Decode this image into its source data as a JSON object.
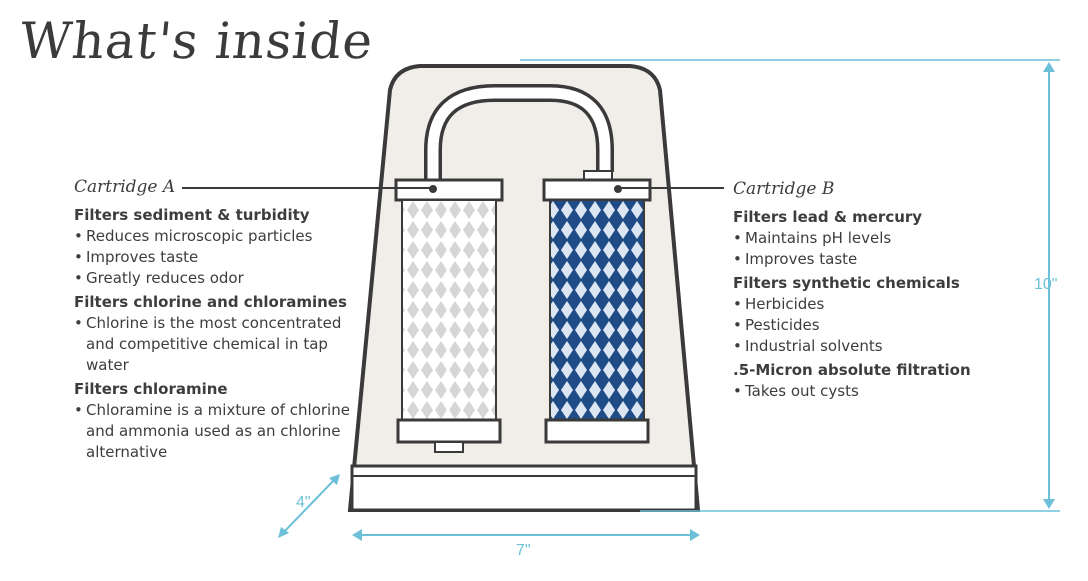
{
  "title": "What's inside",
  "cartridge_a": {
    "name": "Cartridge A",
    "groups": [
      {
        "heading": "Filters sediment & turbidity",
        "items": [
          "Reduces microscopic particles",
          "Improves taste",
          "Greatly reduces odor"
        ]
      },
      {
        "heading": "Filters chlorine and chloramines",
        "items": [
          "Chlorine is the most concentrated and competitive chemical in tap water"
        ]
      },
      {
        "heading": "Filters chloramine",
        "items": [
          "Chloramine is a mixture of chlorine and ammonia used as an chlorine alternative"
        ]
      }
    ]
  },
  "cartridge_b": {
    "name": "Cartridge B",
    "groups": [
      {
        "heading": "Filters lead & mercury",
        "items": [
          "Maintains pH levels",
          "Improves taste"
        ]
      },
      {
        "heading": "Filters synthetic chemicals",
        "items": [
          "Herbicides",
          "Pesticides",
          "Industrial solvents"
        ]
      },
      {
        "heading": ".5-Micron absolute filtration",
        "items": [
          "Takes out cysts"
        ]
      }
    ]
  },
  "dimensions": {
    "height": "10\"",
    "width": "7\"",
    "depth": "4\""
  },
  "colors": {
    "outline": "#3a3a3a",
    "housing": "#f1eeea",
    "cartridge_b_fill": "#2f5f9e",
    "dimension_line": "#6cc0d8"
  }
}
